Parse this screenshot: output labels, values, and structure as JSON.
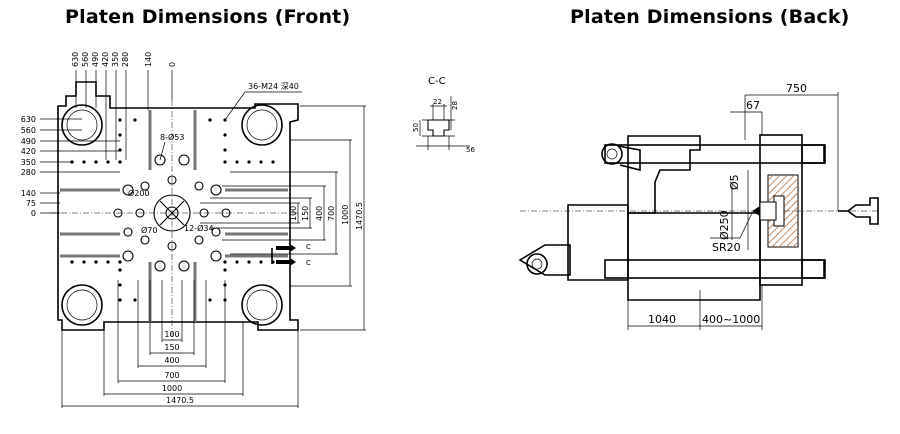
{
  "titles": {
    "front": "Platen Dimensions (Front)",
    "back": "Platen Dimensions (Back)"
  },
  "front": {
    "top_labels": [
      "630",
      "560",
      "490",
      "420",
      "350",
      "280",
      "140",
      "0"
    ],
    "left_labels": [
      "630",
      "560",
      "490",
      "420",
      "350",
      "280",
      "140",
      "75",
      "0"
    ],
    "notes": {
      "thread": "36-M24 深40",
      "holes8": "8-Ø53",
      "dia200": "Ø200",
      "dia70": "Ø70",
      "holes12": "12-Ø34",
      "section_c1": "C",
      "section_c2": "C"
    },
    "right_dims": [
      "100",
      "150",
      "400",
      "700",
      "1000",
      "1470.5"
    ],
    "bottom_dims": [
      "100",
      "150",
      "400",
      "700",
      "1000",
      "1470.5"
    ]
  },
  "section": {
    "label": "C-C",
    "dims": {
      "d22": "22",
      "d28": "28",
      "d50": "50",
      "d56": "56"
    }
  },
  "back": {
    "dims": {
      "d750": "750",
      "d67": "67",
      "d5": "Ø5",
      "d250": "Ø250",
      "sr20": "SR20",
      "d1040": "1040",
      "stroke": "400~1000"
    }
  }
}
